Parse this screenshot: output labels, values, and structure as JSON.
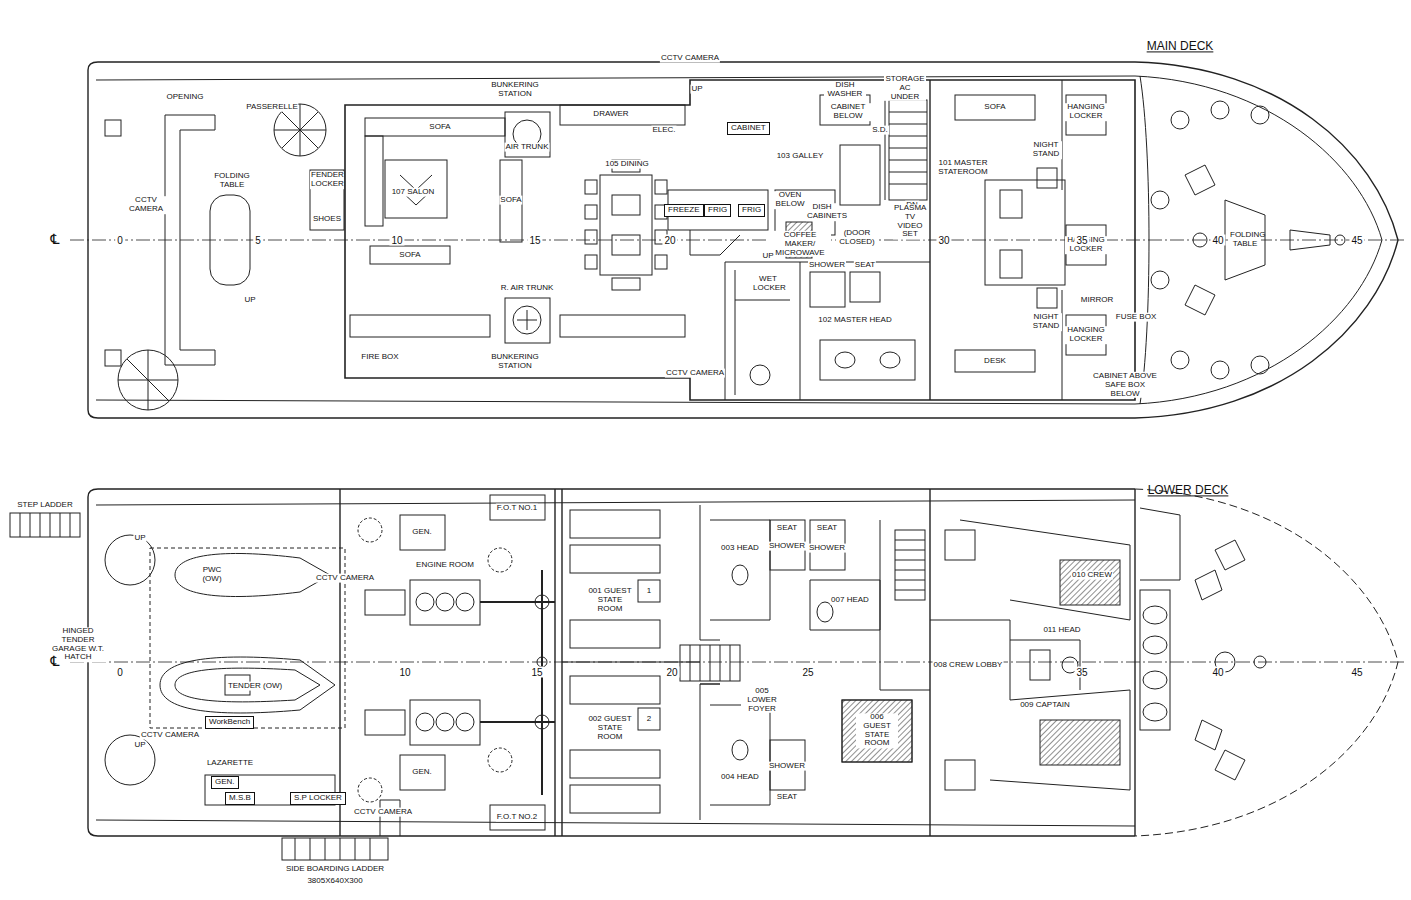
{
  "diagram": {
    "nodes": [
      {
        "text": [
          "CABINET"
        ]
      },
      {
        "text": [
          "FREEZE"
        ]
      },
      {
        "text": [
          "FRIG"
        ]
      },
      {
        "text": [
          "FRIG"
        ]
      },
      {
        "text": [
          "WorkBench"
        ]
      },
      {
        "text": [
          "GEN."
        ]
      },
      {
        "text": [
          "M.S.B"
        ]
      },
      {
        "text": [
          "S.P LOCKER"
        ]
      }
    ],
    "labels": [
      "MAIN DECK",
      "LOWER DECK",
      "OPENING",
      "PASSERELLE",
      "BUNKERING STATION",
      "BUNKERING STATION",
      "CCTV CAMERA",
      "CCTV CAMERA",
      "CCTV CAMERA",
      "AIR TRUNK",
      "R. AIR TRUNK",
      "SOFA",
      "SOFA",
      "SOFA",
      "SOFA",
      "107 SALON",
      "FENDER LOCKER",
      "SHOES",
      "FOLDING TABLE",
      "105 DINING",
      "DRAWER",
      "ELEC.",
      "103 GALLEY",
      "DISH WASHER",
      "STORAGE AC UNDER",
      "CABINET BELOW",
      "S.D.",
      "OVEN BELOW",
      "DISH CABINETS",
      "COFFEE MAKER/ MICROWAVE",
      "(DOOR CLOSED)",
      "UP",
      "UP",
      "UP",
      "DN",
      "101 MASTER STATEROOM",
      "PLASMA TV VIDEO SET",
      "NIGHT STAND",
      "NIGHT STAND",
      "HANGING LOCKER",
      "HANGING LOCKER",
      "HANGING LOCKER",
      "FUSE BOX",
      "MIRROR",
      "FOLDING TABLE",
      "WET LOCKER",
      "SHOWER",
      "SEAT",
      "102 MASTER HEAD",
      "DESK",
      "CABINET ABOVE SAFE BOX BELOW",
      "FIRE BOX",
      "℄",
      "0",
      "5",
      "10",
      "15",
      "20",
      "30",
      "35",
      "40",
      "45",
      "STEP LADDER",
      "UP",
      "UP",
      "PWC (OW)",
      "HINGED TENDER GARAGE W.T. HATCH",
      "TENDER (OW)",
      "CCTV CAMERA",
      "CCTV CAMERA",
      "CCTV CAMERA",
      "LAZARETTE",
      "GEN.",
      "GEN.",
      "ENGINE ROOM",
      "F.O.T NO.1",
      "F.O.T NO.2",
      "001 GUEST STATE ROOM",
      "002 GUEST STATE ROOM",
      "1",
      "2",
      "003 HEAD",
      "004 HEAD",
      "SHOWER",
      "SHOWER",
      "SEAT",
      "SEAT",
      "SEAT",
      "SHOWER",
      "007 HEAD",
      "005 LOWER FOYER",
      "006 GUEST STATE ROOM",
      "008 CREW LOBBY",
      "009 CAPTAIN",
      "010 CREW",
      "011 HEAD",
      "SIDE BOARDING LADDER",
      "3805X640X300",
      "0",
      "10",
      "15",
      "20",
      "25",
      "35",
      "40",
      "45",
      "℄"
    ]
  }
}
